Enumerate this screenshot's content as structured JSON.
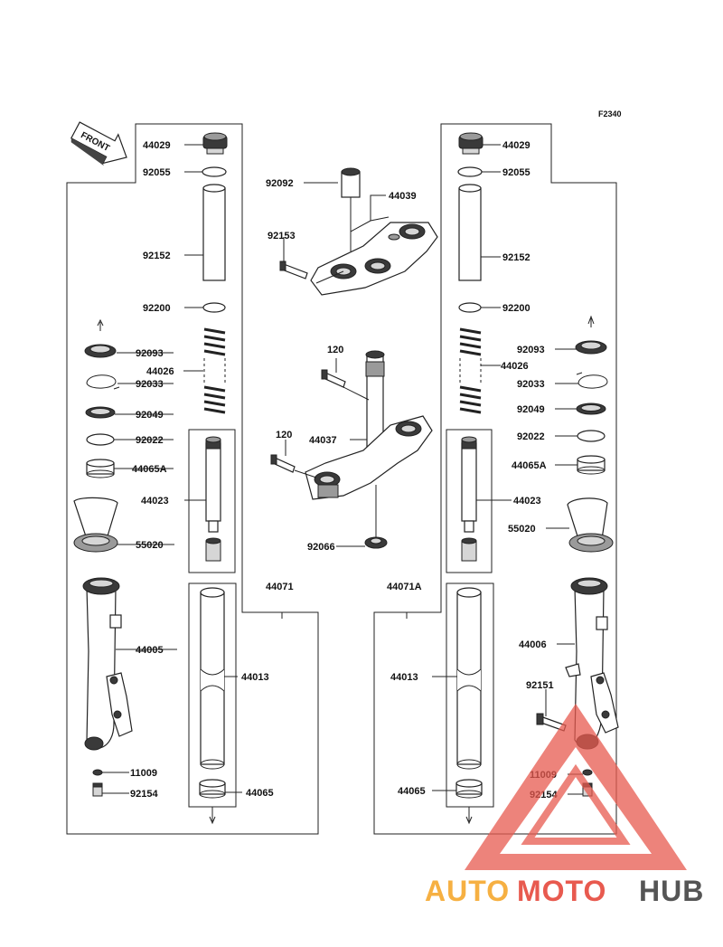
{
  "figure_code": "F2340",
  "front_label": "FRONT",
  "watermark": {
    "part1": "AUTO",
    "part2": "MOTO",
    "part3": "HUB",
    "color1": "#f6b042",
    "color2": "#e85a4f",
    "color3": "#555555"
  },
  "left_column": {
    "p44029": "44029",
    "p92055": "92055",
    "p92152": "92152",
    "p92200": "92200",
    "p92093": "92093",
    "p44026": "44026",
    "p92033": "92033",
    "p92049": "92049",
    "p92022": "92022",
    "p44065A": "44065A",
    "p44023": "44023",
    "p55020": "55020",
    "p44005": "44005",
    "p11009": "11009",
    "p92154": "92154",
    "p44071": "44071",
    "p44013": "44013",
    "p44065": "44065"
  },
  "center": {
    "p92092": "92092",
    "p44039": "44039",
    "p92153": "92153",
    "p120a": "120",
    "p44037": "44037",
    "p120b": "120",
    "p92066": "92066"
  },
  "right_column": {
    "p44029": "44029",
    "p92055": "92055",
    "p92152": "92152",
    "p92200": "92200",
    "p92093": "92093",
    "p44026": "44026",
    "p92033": "92033",
    "p92049": "92049",
    "p92022": "92022",
    "p44065A": "44065A",
    "p44023": "44023",
    "p55020": "55020",
    "p44071A": "44071A",
    "p44006": "44006",
    "p44013": "44013",
    "p92151": "92151",
    "p11009": "11009",
    "p44065": "44065",
    "p92154": "92154"
  }
}
